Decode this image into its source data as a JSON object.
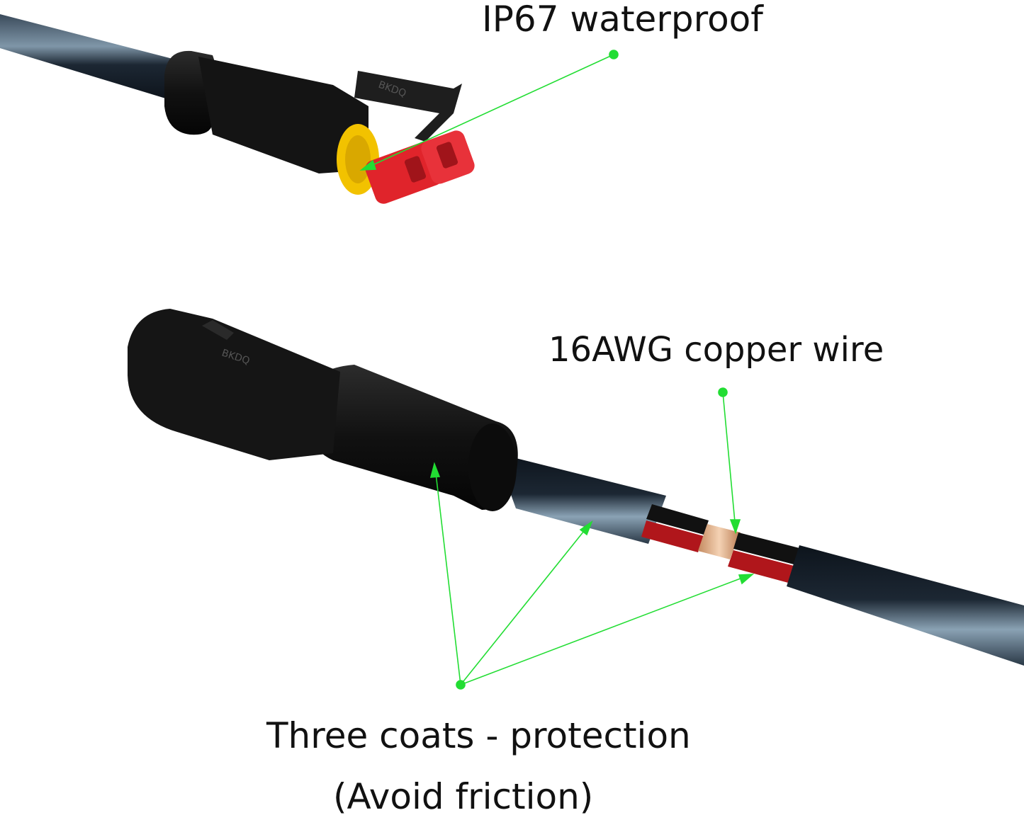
{
  "callouts": {
    "waterproof": "IP67 waterproof",
    "copper_wire": "16AWG copper wire",
    "coats": "Three coats - protection",
    "friction": "(Avoid friction)"
  },
  "connector_marking": "BKDQ",
  "colors": {
    "background": "#ffffff",
    "cable_jacket": "#1c2733",
    "connector_body": "#151515",
    "seal": "#f2c200",
    "terminal": "#e0242b",
    "red_insulation": "#b0161b",
    "copper": "#e7b590",
    "callout_line": "#22dd33",
    "label_text": "#111111"
  },
  "icons": {
    "callout_dot": "green-dot",
    "callout_arrow": "green-arrowhead"
  }
}
